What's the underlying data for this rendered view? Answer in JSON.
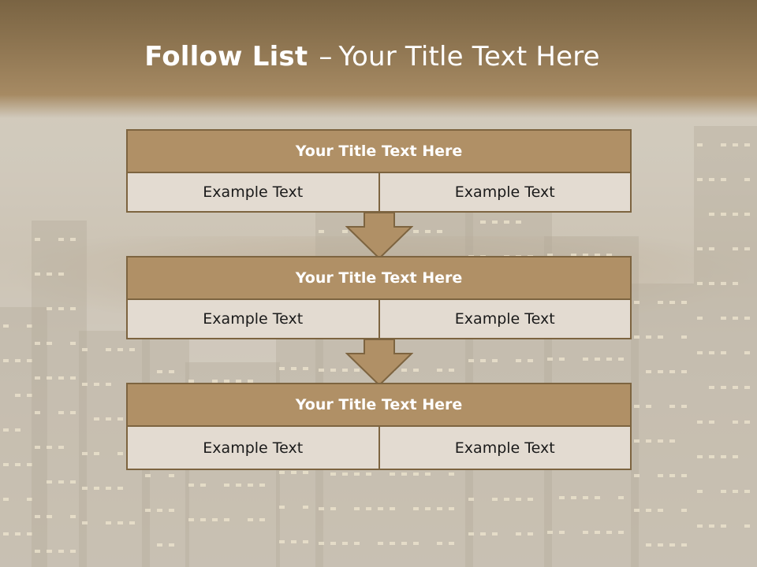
{
  "slide": {
    "title_bold": "Follow List",
    "title_separator": "–",
    "title_rest": "Your Title Text Here"
  },
  "blocks": [
    {
      "title": "Your Title Text Here",
      "left": "Example Text",
      "right": "Example Text"
    },
    {
      "title": "Your Title Text Here",
      "left": "Example Text",
      "right": "Example Text"
    },
    {
      "title": "Your Title Text Here",
      "left": "Example Text",
      "right": "Example Text"
    }
  ],
  "colors": {
    "header": "#8f7652",
    "title_box": "#b09066",
    "cell": "#e3dbd1",
    "border": "#7d6440",
    "arrow": "#b09066"
  }
}
